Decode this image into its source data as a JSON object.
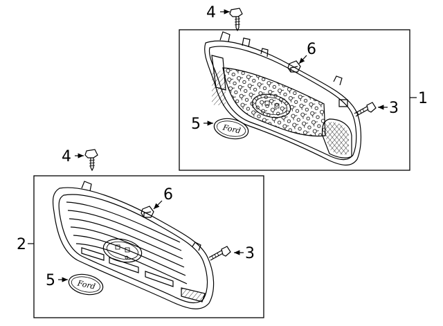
{
  "callouts": {
    "top_box": {
      "grille": "1",
      "bolt": "3",
      "screw": "4",
      "emblem": "5",
      "nut": "6"
    },
    "bottom_box": {
      "grille": "2",
      "bolt": "3",
      "screw": "4",
      "emblem": "5",
      "nut": "6"
    }
  },
  "emblem_text": "Ford"
}
